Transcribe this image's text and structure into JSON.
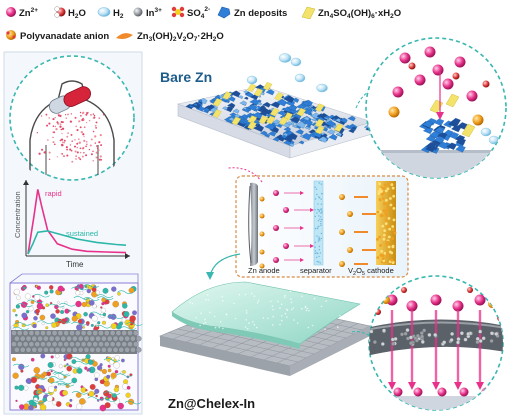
{
  "legend": {
    "zn2": "Zn",
    "zn2_sup": "2+",
    "h2o": "H",
    "h2o_sub": "2",
    "h2o_tail": "O",
    "h2": "H",
    "h2_sub": "2",
    "in3": "In",
    "in3_sup": "3+",
    "so4": "SO",
    "so4_sub": "4",
    "so4_sup": "2-",
    "zn_deposits": "Zn deposits",
    "byproduct_a": "Zn",
    "byproduct_a_sub1": "4",
    "byproduct_a_mid": "SO",
    "byproduct_a_sub2": "4",
    "byproduct_a_mid2": "(OH)",
    "byproduct_a_sub3": "6",
    "byproduct_a_tail": "·xH",
    "byproduct_a_sub4": "2",
    "byproduct_a_end": "O",
    "polyvanadate": "Polyvanadate anion",
    "byproduct_b": "Zn",
    "byproduct_b_sub1": "3",
    "byproduct_b_mid": "(OH)",
    "byproduct_b_sub2": "2",
    "byproduct_b_mid2": "V",
    "byproduct_b_sub3": "2",
    "byproduct_b_mid3": "O",
    "byproduct_b_sub4": "7",
    "byproduct_b_tail": "·2H",
    "byproduct_b_sub5": "2",
    "byproduct_b_end": "O"
  },
  "titles": {
    "bare": "Bare Zn",
    "coated": "Zn@Chelex-In"
  },
  "cell": {
    "anode": "Zn anode",
    "separator": "separator",
    "cathode_pre": "V",
    "cathode_sub1": "2",
    "cathode_mid": "O",
    "cathode_sub2": "5",
    "cathode_tail": " cathode"
  },
  "release_chart": {
    "type": "line",
    "ylabel": "Concentration",
    "xlabel": "Time",
    "series": [
      {
        "name": "rapid",
        "color": "#e8318a",
        "t": [
          0,
          0.06,
          0.1,
          0.14,
          0.2,
          0.3,
          0.45,
          0.6,
          0.8,
          1.0
        ],
        "v": [
          0,
          0.55,
          0.95,
          0.7,
          0.35,
          0.15,
          0.07,
          0.04,
          0.03,
          0.02
        ]
      },
      {
        "name": "sustained",
        "color": "#2cb7a8",
        "t": [
          0,
          0.05,
          0.1,
          0.2,
          0.3,
          0.5,
          0.7,
          0.9,
          1.0
        ],
        "v": [
          0,
          0.15,
          0.32,
          0.34,
          0.3,
          0.22,
          0.17,
          0.14,
          0.13
        ]
      }
    ]
  },
  "colors": {
    "zn2": "#e8318a",
    "in3": "#9aa0a6",
    "deposit": "#2f7fd8",
    "byproduct": "#f3e36a",
    "polyvanadate": "#f0a020",
    "teal_dash": "#39b7b0"
  }
}
